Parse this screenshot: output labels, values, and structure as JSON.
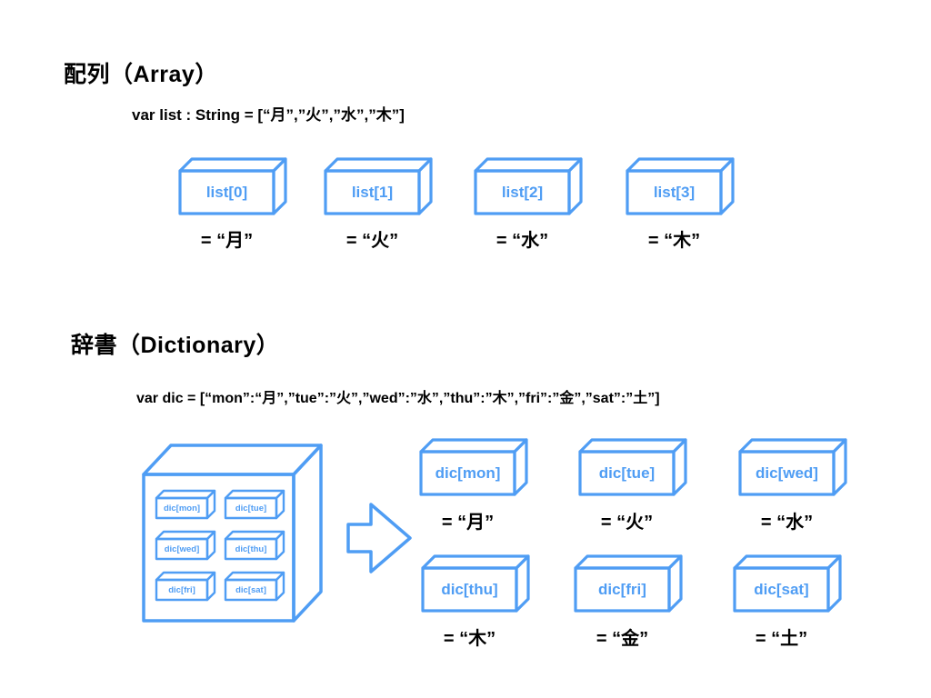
{
  "colors": {
    "accent_blue": "#4f9df4",
    "text": "#000000",
    "background": "#ffffff"
  },
  "array": {
    "title": "配列（Array）",
    "code": "var list : String = [“月”,”火”,”水”,”木”]",
    "boxes": [
      {
        "label": "list[0]",
        "value": "= “月”"
      },
      {
        "label": "list[1]",
        "value": "= “火”"
      },
      {
        "label": "list[2]",
        "value": "= “水”"
      },
      {
        "label": "list[3]",
        "value": "= “木”"
      }
    ]
  },
  "dictionary": {
    "title": "辞書（Dictionary）",
    "code": "var dic = [“mon”:“月”,”tue”:”火”,”wed”:”水”,”thu”:”木”,”fri”:”金”,”sat”:”土”]",
    "container_boxes": [
      {
        "label": "dic[mon]"
      },
      {
        "label": "dic[tue]"
      },
      {
        "label": "dic[wed]"
      },
      {
        "label": "dic[thu]"
      },
      {
        "label": "dic[fri]"
      },
      {
        "label": "dic[sat]"
      }
    ],
    "result_boxes": [
      {
        "label": "dic[mon]",
        "value": "= “月”"
      },
      {
        "label": "dic[tue]",
        "value": "= “火”"
      },
      {
        "label": "dic[wed]",
        "value": "= “水”"
      },
      {
        "label": "dic[thu]",
        "value": "= “木”"
      },
      {
        "label": "dic[fri]",
        "value": "= “金”"
      },
      {
        "label": "dic[sat]",
        "value": "= “土”"
      }
    ]
  }
}
